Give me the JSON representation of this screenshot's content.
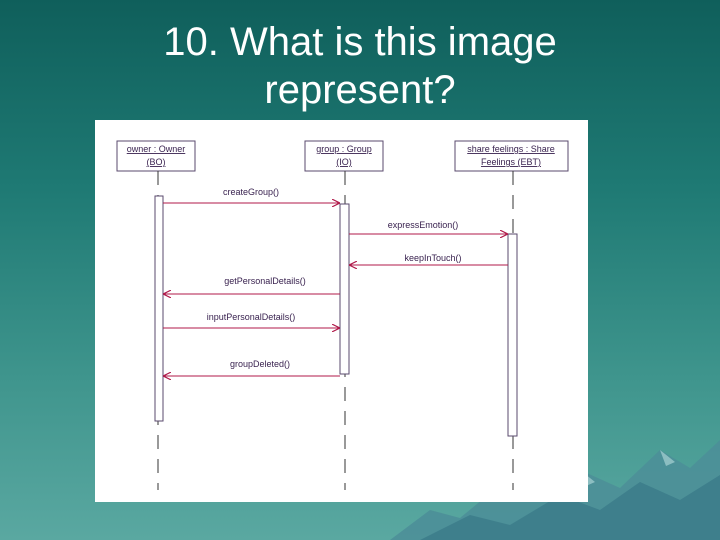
{
  "slide": {
    "title_line1": "10. What is this image",
    "title_line2": "represent?"
  },
  "diagram": {
    "lifelines": [
      {
        "name": "owner : Owner",
        "stereotype": "(BO)"
      },
      {
        "name": "group : Group",
        "stereotype": "(IO)"
      },
      {
        "name": "share feelings : Share",
        "stereotype": "Feelings (EBT)"
      }
    ],
    "messages": [
      {
        "label": "createGroup()",
        "from": 0,
        "to": 1
      },
      {
        "label": "expressEmotion()",
        "from": 1,
        "to": 2
      },
      {
        "label": "keepInTouch()",
        "from": 2,
        "to": 1
      },
      {
        "label": "getPersonalDetails()",
        "from": 1,
        "to": 0
      },
      {
        "label": "inputPersonalDetails()",
        "from": 0,
        "to": 1
      },
      {
        "label": "groupDeleted()",
        "from": 1,
        "to": 0
      }
    ]
  },
  "colors": {
    "background": "#1f7a74",
    "line": "#5a4a6e",
    "message_line": "#b01a4a",
    "text": "#3a2350"
  }
}
